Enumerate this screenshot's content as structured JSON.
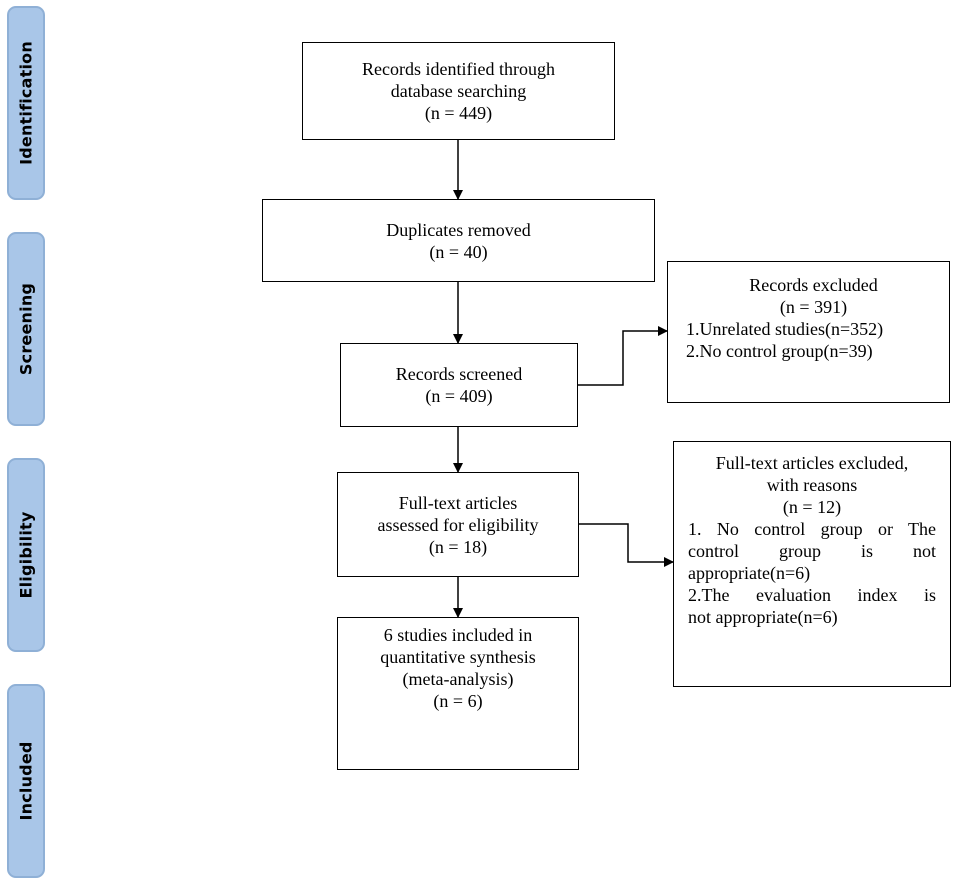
{
  "phases": {
    "identification": "Identification",
    "screening": "Screening",
    "eligibility": "Eligibility",
    "included": "Included"
  },
  "boxes": {
    "identified": {
      "line1": "Records identified through",
      "line2": "database searching",
      "count": "(n = 449)"
    },
    "duplicates": {
      "line1": "Duplicates removed",
      "count": "(n = 40)"
    },
    "screened": {
      "line1": "Records screened",
      "count": "(n = 409)"
    },
    "fulltext": {
      "line1": "Full-text articles",
      "line2": "assessed for eligibility",
      "count": "(n = 18)"
    },
    "included": {
      "line1": "6 studies included in",
      "line2": "quantitative synthesis",
      "line3": "(meta-analysis)",
      "count": "(n = 6)"
    }
  },
  "excluded_records": {
    "title": "Records excluded",
    "count": "(n = 391)",
    "reason1": "1.Unrelated studies(n=352)",
    "reason2": "2.No control group(n=39)"
  },
  "excluded_fulltext": {
    "title1": "Full-text articles excluded,",
    "title2": "with reasons",
    "count": "(n = 12)",
    "reason1_a": "1. No control group or The",
    "reason1_b": "control group is not",
    "reason1_c": "appropriate(n=6)",
    "reason2_a": "2.The evaluation index is",
    "reason2_b": "not appropriate(n=6)"
  }
}
